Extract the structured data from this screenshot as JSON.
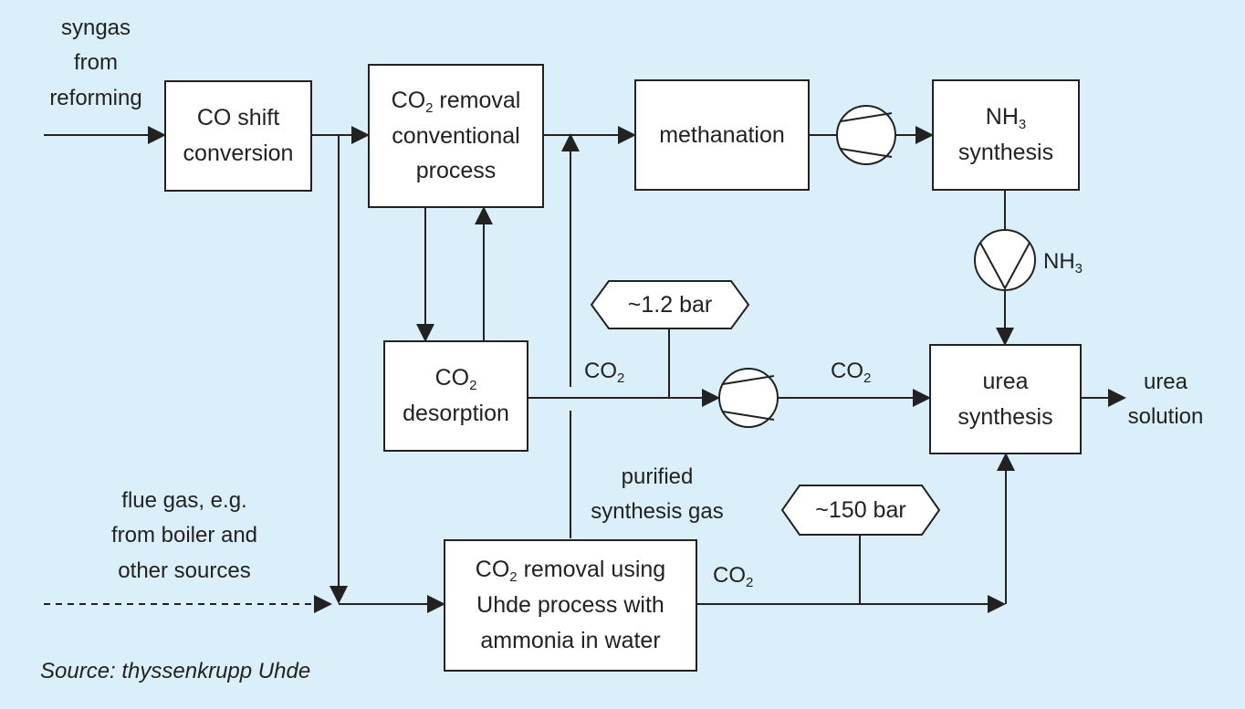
{
  "colors": {
    "background": "#daeff9",
    "box_fill": "#ffffff",
    "line": "#222222"
  },
  "boxes": {
    "co_shift": {
      "line1": "CO shift",
      "line2": "conversion"
    },
    "co2_removal_conv": {
      "co": "CO",
      "sub": "2",
      "rest": " removal",
      "line2": "conventional",
      "line3": "process"
    },
    "methanation": {
      "label": "methanation"
    },
    "nh3_synthesis": {
      "nh": "NH",
      "sub": "3",
      "line2": "synthesis"
    },
    "co2_desorption": {
      "co": "CO",
      "sub": "2",
      "line2": "desorption"
    },
    "urea_synthesis": {
      "line1": "urea",
      "line2": "synthesis"
    },
    "co2_removal_uhde": {
      "co": "CO",
      "sub": "2",
      "rest": " removal using",
      "line2": "Uhde process with",
      "line3": "ammonia in water"
    }
  },
  "badges": {
    "low_pressure": "~1.2 bar",
    "high_pressure": "~150 bar"
  },
  "labels": {
    "syngas": [
      "syngas",
      "from",
      "reforming"
    ],
    "flue_gas": [
      "flue gas, e.g.",
      "from boiler and",
      "other sources"
    ],
    "urea_solution": [
      "urea",
      "solution"
    ],
    "purified_gas": [
      "purified",
      "synthesis gas"
    ],
    "nh3_stream": {
      "nh": "NH",
      "sub": "3"
    },
    "co2_stream": {
      "co": "CO",
      "sub": "2"
    }
  },
  "source": "Source: thyssenkrupp Uhde",
  "icons": {
    "compressor": "compressor-icon",
    "pump": "pump-icon",
    "arrow": "arrow-head-icon"
  }
}
